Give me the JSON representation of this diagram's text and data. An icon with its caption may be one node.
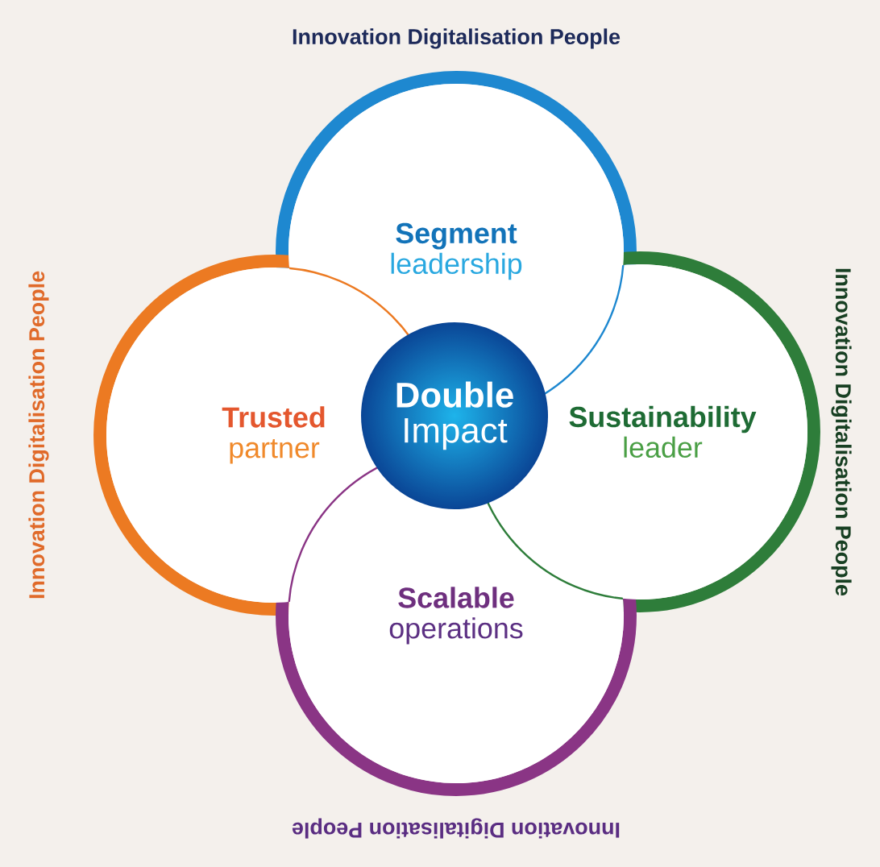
{
  "diagram": {
    "nodes": [
      {
        "text": [
          "Segment",
          "leadership"
        ]
      },
      {
        "text": [
          "Trusted",
          "partner"
        ]
      },
      {
        "text": [
          "Double",
          "Impact"
        ]
      },
      {
        "text": [
          "Sustainability",
          "leader"
        ]
      },
      {
        "text": [
          "Scalable",
          "operations"
        ]
      }
    ],
    "labels": [
      "Innovation Digitalisation People",
      "Innovation Digitalisation People",
      "Innovation Digitalisation People",
      "Innovation Digitalisation People"
    ]
  }
}
